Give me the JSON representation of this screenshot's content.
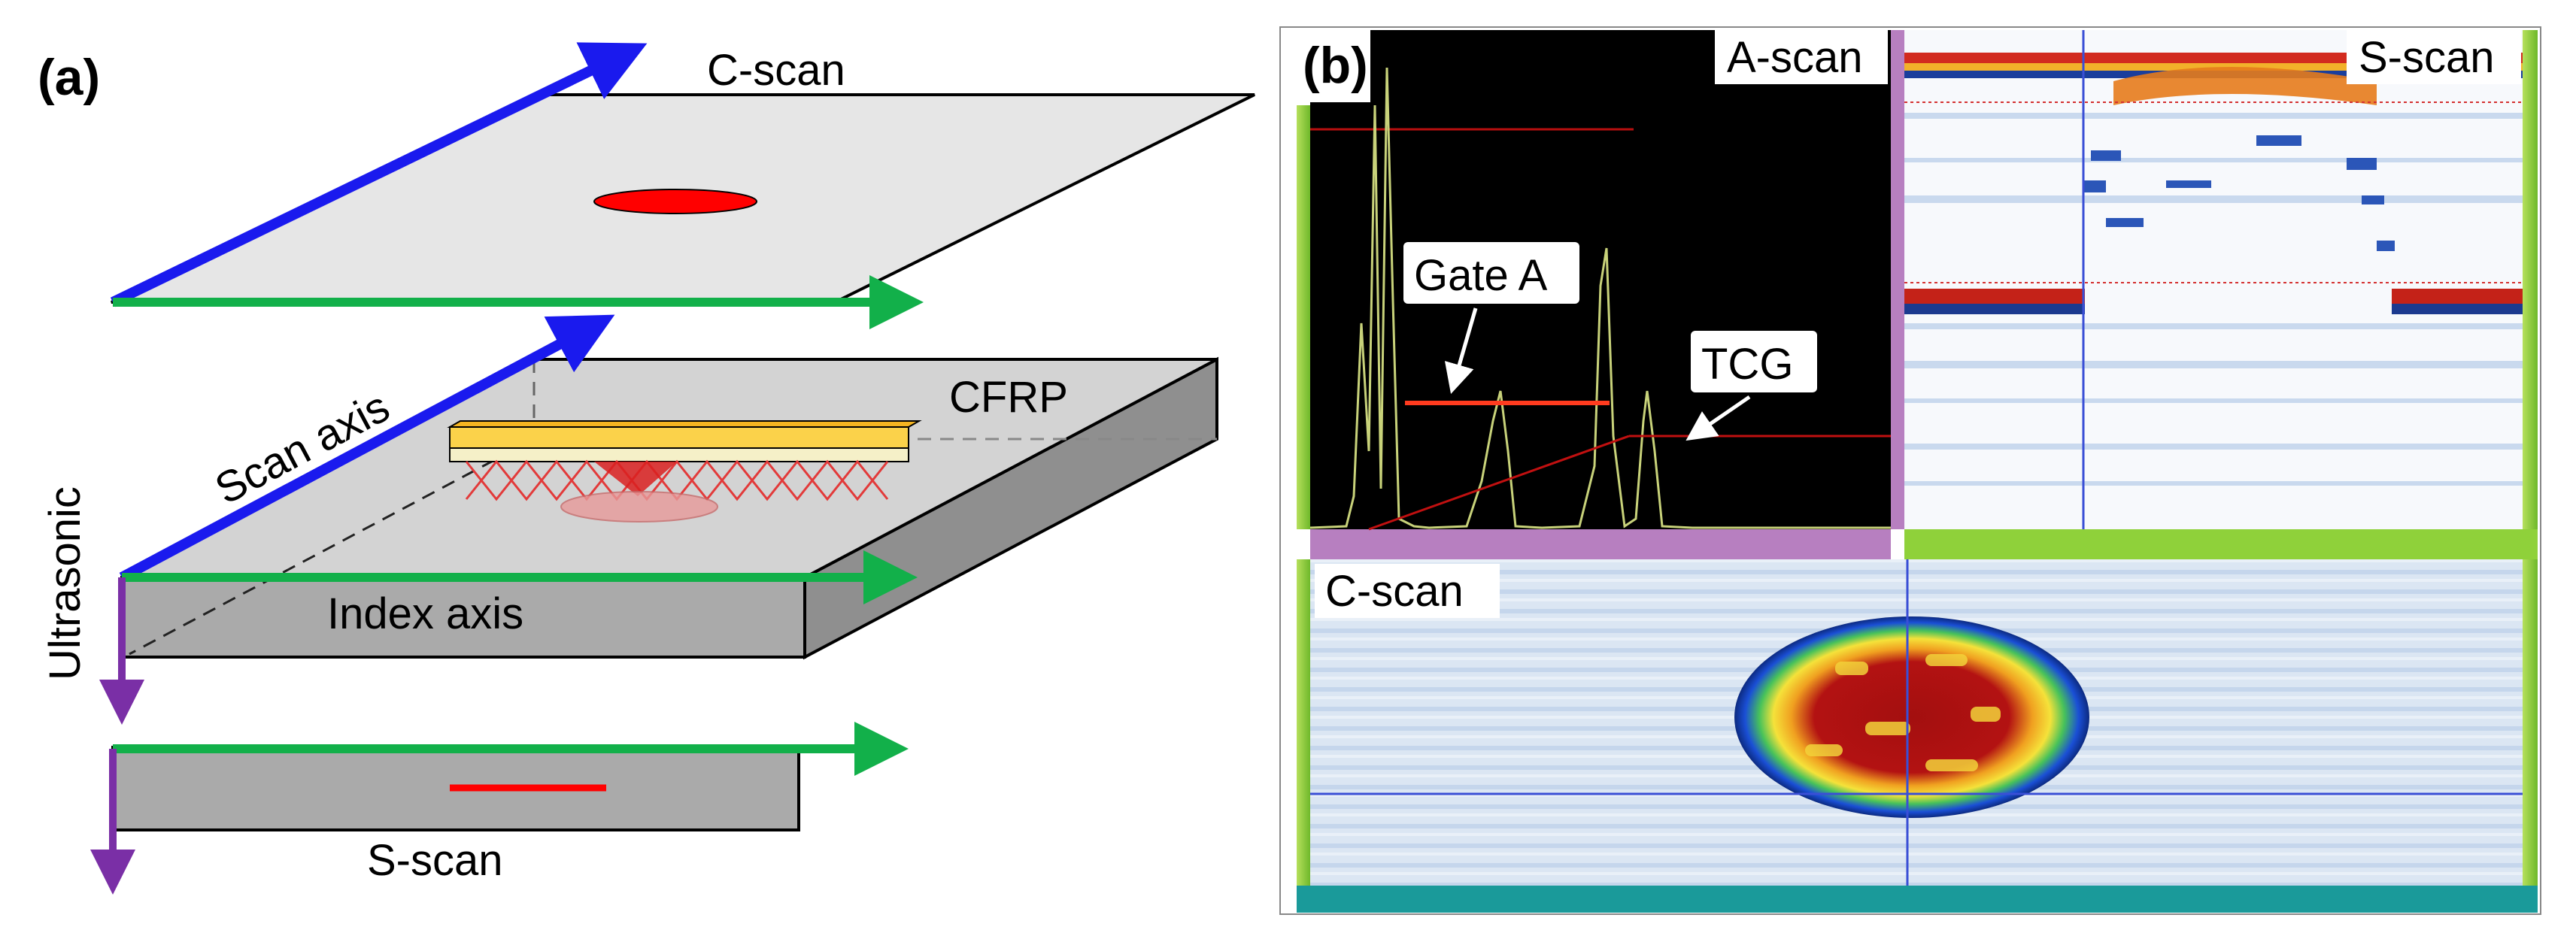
{
  "panel_a": {
    "label": "(a)",
    "cscan": "C-scan",
    "scan_axis": "Scan axis",
    "cfrp": "CFRP",
    "ultrasonic": "Ultrasonic",
    "index_axis": "Index axis",
    "sscan": "S-scan"
  },
  "panel_b": {
    "label": "(b)",
    "ascan": "A-scan",
    "sscan": "S-scan",
    "cscan": "C-scan",
    "gate_a": "Gate A",
    "tcg": "TCG"
  },
  "colors": {
    "scan_arrow": "#1a1aee",
    "index_arrow": "#12b04a",
    "ultrasonic_arrow": "#7a2fa6",
    "defect": "#ff0000",
    "ascan_signal": "#c8d27a",
    "gate": "#ff3b1f",
    "ruler_green": "#8fd13a",
    "ruler_purple": "#b77fc0",
    "ruler_teal": "#1a9a9a"
  }
}
